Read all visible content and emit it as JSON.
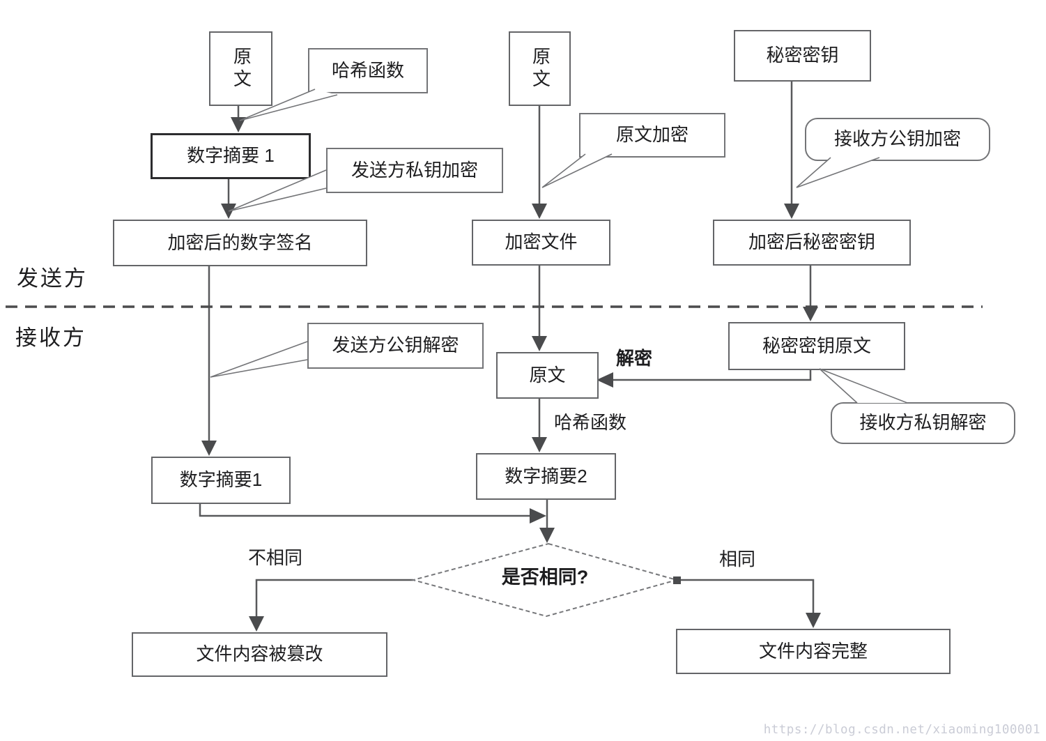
{
  "colors": {
    "line": "#58595b",
    "arrowhead": "#4a4b4d",
    "box_border": "#646568",
    "callout_border": "#737477",
    "text": "#1d1d1f",
    "diamond_border": "#76777a",
    "watermark": "#caccd6",
    "background": "#ffffff"
  },
  "lanes": {
    "sender": "发送方",
    "receiver": "接收方"
  },
  "nodes": {
    "orig_top_left": {
      "label": "原文"
    },
    "digest1_top": {
      "label": "数字摘要 1"
    },
    "signature": {
      "label": "加密后的数字签名"
    },
    "digest1_bottom": {
      "label": "数字摘要1"
    },
    "orig_mid_top": {
      "label": "原文"
    },
    "encrypted_file": {
      "label": "加密文件"
    },
    "orig_receiver": {
      "label": "原文"
    },
    "digest2": {
      "label": "数字摘要2"
    },
    "secret_key": {
      "label": "秘密密钥"
    },
    "encrypted_secret": {
      "label": "加密后秘密密钥"
    },
    "secret_orig": {
      "label": "秘密密钥原文"
    },
    "tampered": {
      "label": "文件内容被篡改"
    },
    "intact": {
      "label": "文件内容完整"
    }
  },
  "callouts": {
    "hash_top": {
      "label": "哈希函数"
    },
    "sender_private": {
      "label": "发送方私钥加密"
    },
    "orig_encrypt": {
      "label": "原文加密"
    },
    "receiver_public": {
      "label": "接收方公钥加密"
    },
    "sender_public": {
      "label": "发送方公钥解密"
    },
    "receiver_private": {
      "label": "接收方私钥解密"
    }
  },
  "edge_labels": {
    "decrypt": "解密",
    "hash": "哈希函数",
    "not_same": "不相同",
    "same": "相同"
  },
  "decision": {
    "label": "是否相同?"
  },
  "watermark": {
    "text": "https://blog.csdn.net/xiaoming100001"
  }
}
